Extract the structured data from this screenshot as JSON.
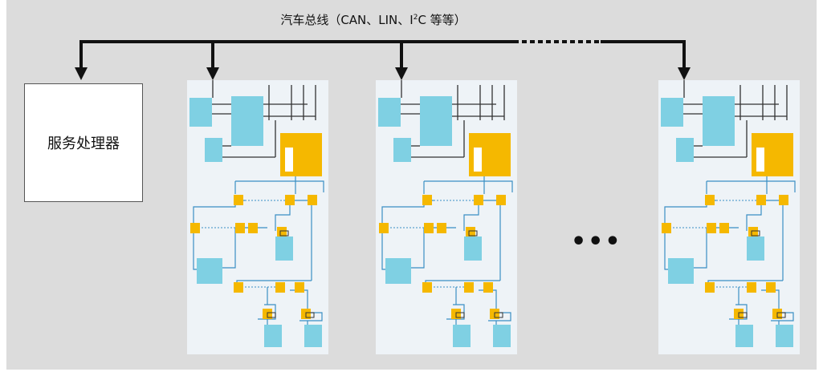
{
  "bus": {
    "label_main": "汽车总线（CAN、LIN、I",
    "label_sup": "2",
    "label_tail": "C 等等）"
  },
  "server": {
    "label": "服务处理器"
  },
  "ellipsis": "•••",
  "node_count": 3,
  "colors": {
    "background": "#dcdcdc",
    "panel": "#eef3f7",
    "cyan_block": "#7fd0e3",
    "amber_block": "#f5b800",
    "trace": "#3a8fc4",
    "dark_trace": "#333333",
    "bus_line": "#111111"
  }
}
